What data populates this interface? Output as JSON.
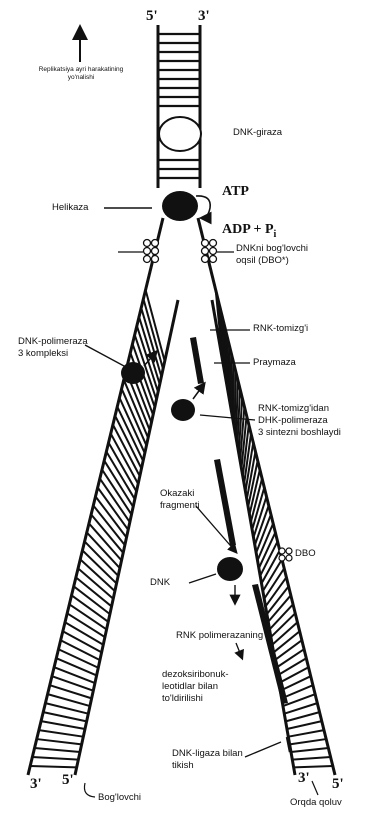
{
  "labels": {
    "top_5prime": "5'",
    "top_3prime": "3'",
    "direction": "Replikatsiya ayri harakatining\nyo'nalishi",
    "gyrase": "DNK-giraza",
    "helicase": "Helikaza",
    "atp": "ATP",
    "adp": "ADP + P",
    "adp_sub": "i",
    "dbo_full": "DNKni bog'lovchi\noqsil (DBO*)",
    "polymerase3": "DNK-polimeraza\n3 kompleksi",
    "rna_primer": "RNK-tomizg'i",
    "primase": "Praymaza",
    "primer_synthesis": "RNK-tomizg'idan\nDHK-polimeraza\n3 sintezni boshlaydi",
    "okazaki": "Okazaki\nfragmenti",
    "dbo": "DBO",
    "dnk": "DNK",
    "rnk_polymerase": "RNK polimerazaning",
    "deoxy": "dezoksiribonuk-\nleotidlar bilan\nto'ldirilishi",
    "ligase": "DNK-ligaza bilan\ntikish",
    "bottom_3prime_left": "3'",
    "bottom_5prime_left": "5'",
    "bottom_3prime_right": "3'",
    "bottom_5prime_right": "5'",
    "binding": "Bog'lovchi",
    "lagging": "Orqda qoluv"
  },
  "colors": {
    "ink": "#111111",
    "background": "#ffffff"
  }
}
